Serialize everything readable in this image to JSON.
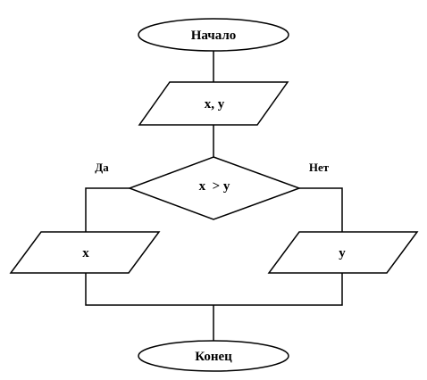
{
  "diagram": {
    "start_label": "Начало",
    "input_label": "x, y",
    "decision_label": "x  > y",
    "yes_label": "Да",
    "no_label": "Нет",
    "output_yes_label": "x",
    "output_no_label": "y",
    "end_label": "Конец"
  },
  "colors": {
    "stroke": "#000000",
    "fill": "#ffffff"
  }
}
